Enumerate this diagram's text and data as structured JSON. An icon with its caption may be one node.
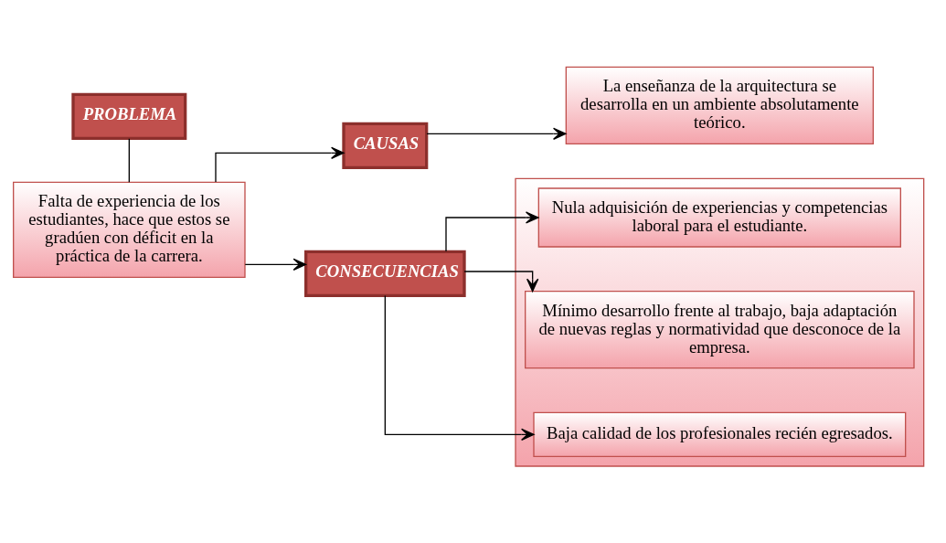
{
  "diagram": {
    "nodes": [
      {
        "text": [
          "PROBLEMA"
        ]
      },
      {
        "text": [
          "Falta de experiencia de los estudiantes, hace que estos se gradúen con déficit en la práctica de la carrera."
        ]
      },
      {
        "text": [
          "CAUSAS"
        ]
      },
      {
        "text": [
          "La enseñanza de la arquitectura se desarrolla en un ambiente absolutamente teórico."
        ]
      },
      {
        "text": [
          "CONSECUENCIAS"
        ]
      },
      {
        "text": [],
        "shape": "box"
      },
      {
        "text": [
          "Nula adquisición de experiencias y competencias laboral para el estudiante."
        ],
        "in": 5
      },
      {
        "text": [
          "Mínimo desarrollo frente al trabajo, baja adaptación de nuevas reglas y normatividad que desconoce de la empresa."
        ],
        "in": 5
      },
      {
        "text": [
          "Baja calidad de los profesionales recién egresados."
        ],
        "in": 5
      }
    ],
    "edges": [
      {
        "from": 0,
        "to": 1,
        "arrow": "none"
      },
      {
        "from": 1,
        "to": 2,
        "arrow": "to"
      },
      {
        "from": 1,
        "to": 4,
        "arrow": "to"
      },
      {
        "from": 2,
        "to": 3,
        "arrow": "to"
      },
      {
        "from": 4,
        "to": 6,
        "arrow": "to"
      },
      {
        "from": 4,
        "to": 7,
        "arrow": "to"
      },
      {
        "from": 4,
        "to": 8,
        "arrow": "to"
      }
    ]
  }
}
